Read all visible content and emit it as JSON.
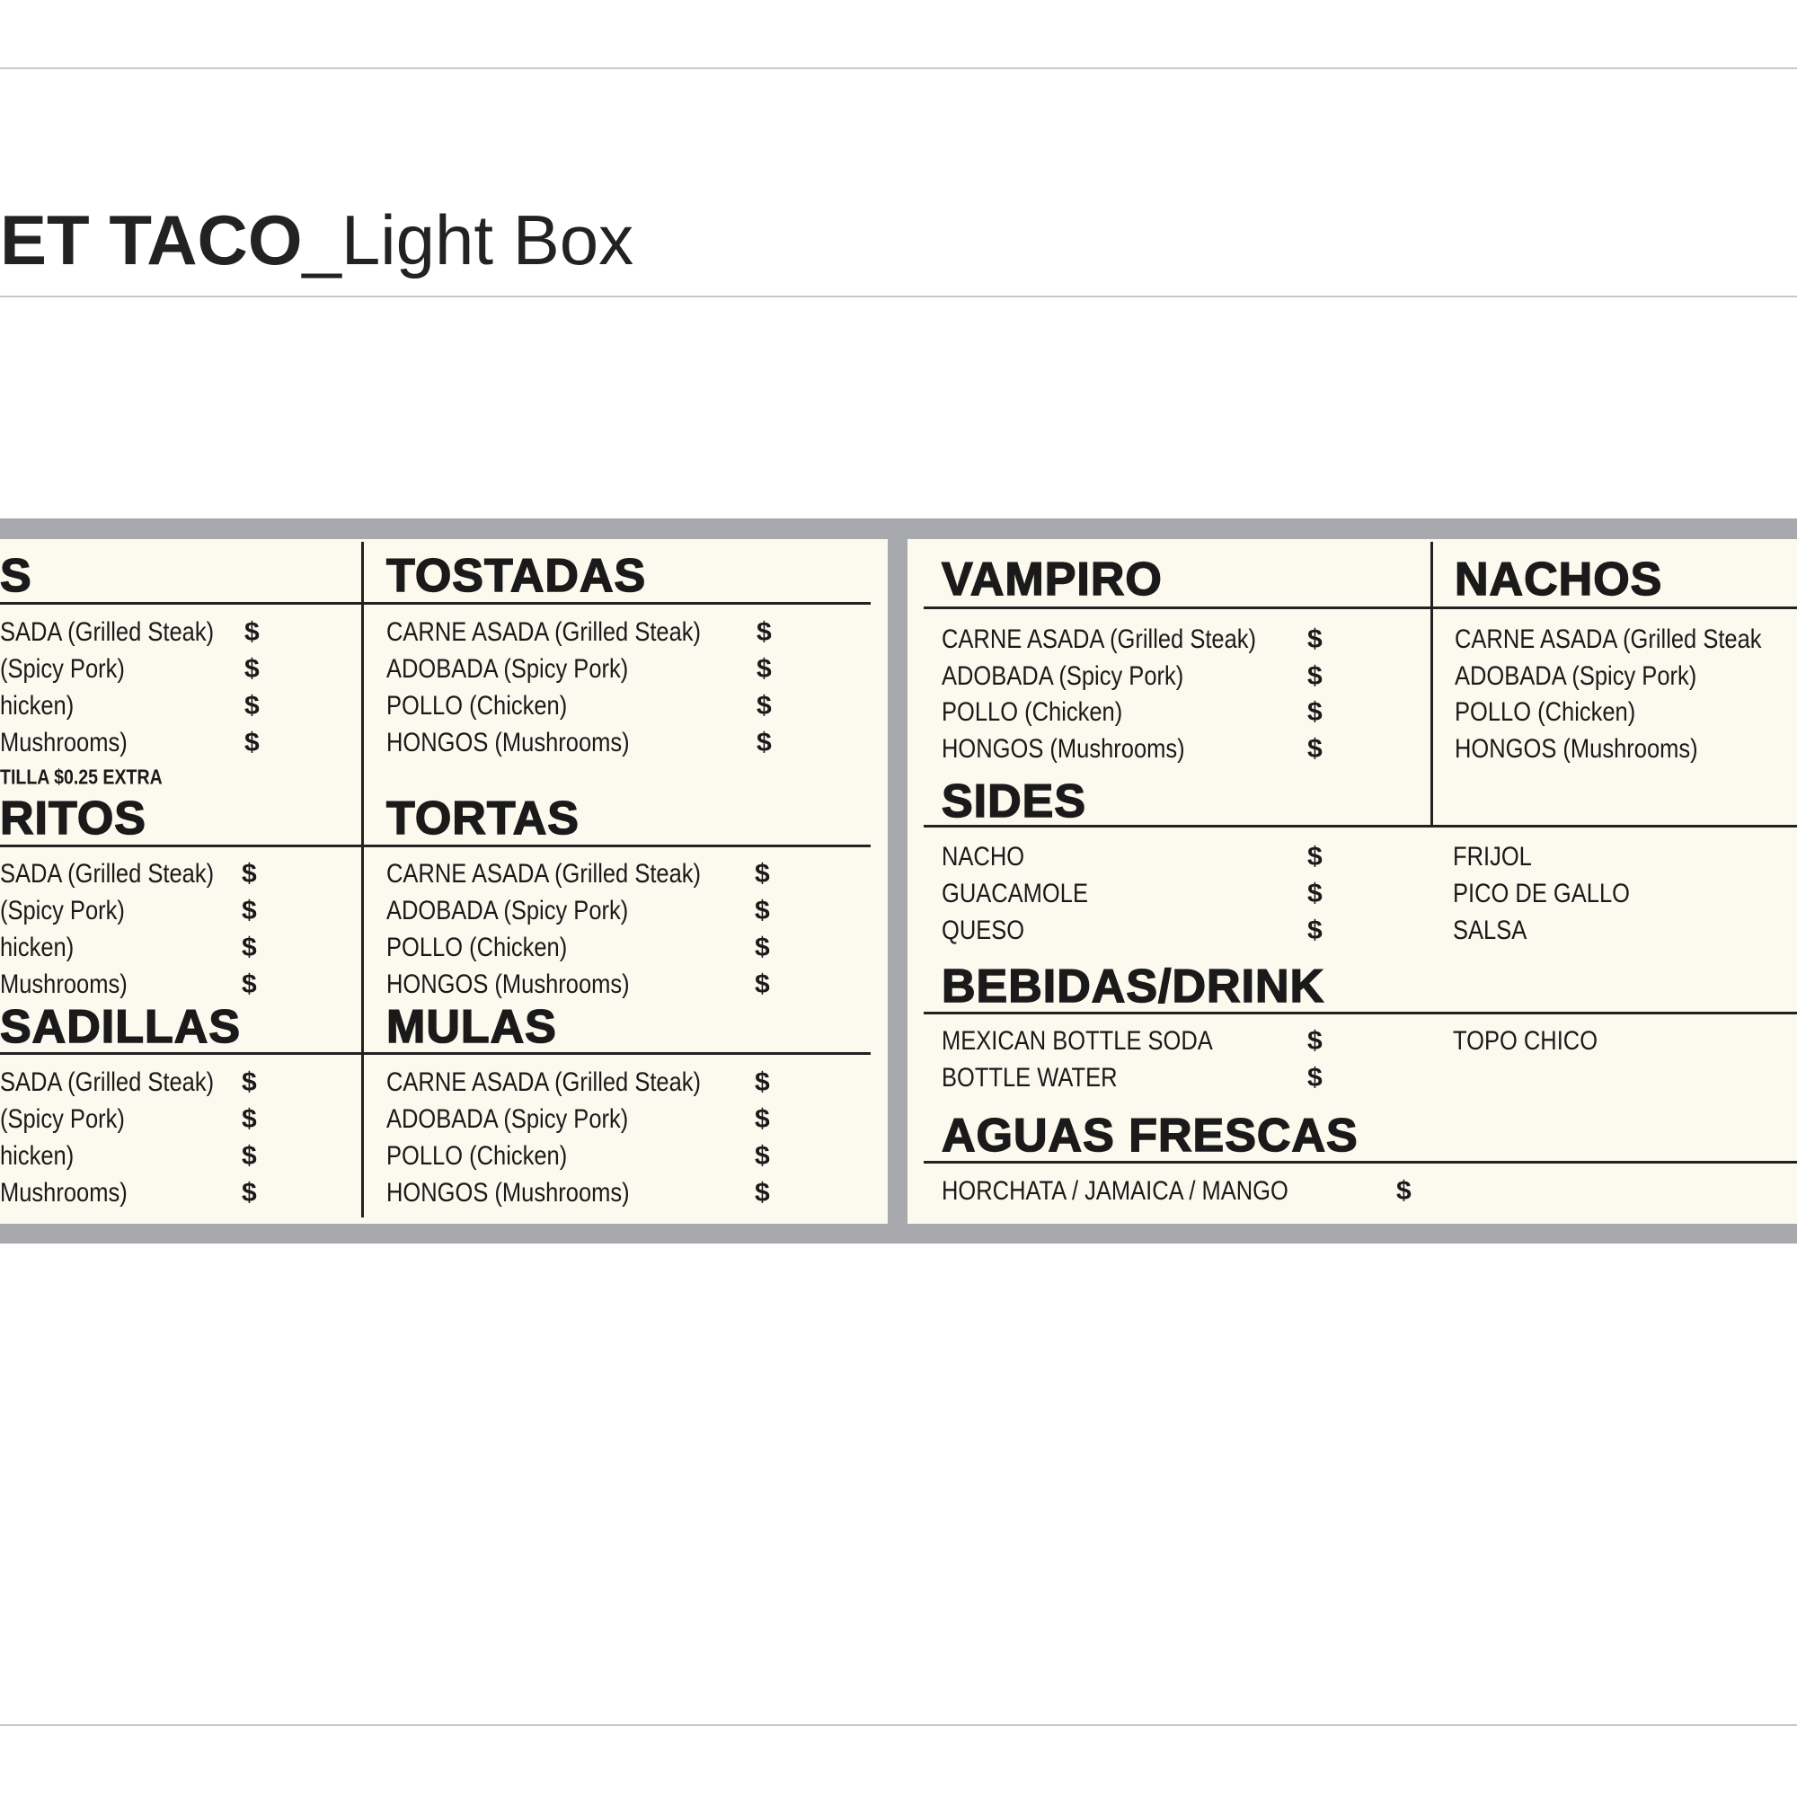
{
  "title": {
    "bold": "ET TACO",
    "light": "_Light Box"
  },
  "colors": {
    "frame": "#a7a9ac",
    "panel": "#fcf9ee",
    "ink": "#1a1a1a"
  },
  "left_panel": {
    "col1": [
      {
        "header": "S",
        "items": [
          {
            "name": "SADA (Grilled Steak)",
            "price": "$"
          },
          {
            "name": "(Spicy Pork)",
            "price": "$"
          },
          {
            "name": "hicken)",
            "price": "$"
          },
          {
            "name": "Mushrooms)",
            "price": "$"
          }
        ],
        "note": "TILLA $0.25 EXTRA"
      },
      {
        "header": "RITOS",
        "items": [
          {
            "name": "SADA (Grilled Steak)",
            "price": "$"
          },
          {
            "name": "(Spicy Pork)",
            "price": "$"
          },
          {
            "name": "hicken)",
            "price": "$"
          },
          {
            "name": "Mushrooms)",
            "price": "$"
          }
        ]
      },
      {
        "header": "SADILLAS",
        "items": [
          {
            "name": "SADA (Grilled Steak)",
            "price": "$"
          },
          {
            "name": "(Spicy Pork)",
            "price": "$"
          },
          {
            "name": "hicken)",
            "price": "$"
          },
          {
            "name": "Mushrooms)",
            "price": "$"
          }
        ]
      }
    ],
    "col2": [
      {
        "header": "TOSTADAS",
        "items": [
          {
            "name": "CARNE ASADA (Grilled Steak)",
            "price": "$"
          },
          {
            "name": "ADOBADA (Spicy Pork)",
            "price": "$"
          },
          {
            "name": "POLLO (Chicken)",
            "price": "$"
          },
          {
            "name": "HONGOS (Mushrooms)",
            "price": "$"
          }
        ]
      },
      {
        "header": "TORTAS",
        "items": [
          {
            "name": "CARNE ASADA (Grilled Steak)",
            "price": "$"
          },
          {
            "name": "ADOBADA (Spicy Pork)",
            "price": "$"
          },
          {
            "name": "POLLO (Chicken)",
            "price": "$"
          },
          {
            "name": "HONGOS (Mushrooms)",
            "price": "$"
          }
        ]
      },
      {
        "header": "MULAS",
        "items": [
          {
            "name": "CARNE ASADA (Grilled Steak)",
            "price": "$"
          },
          {
            "name": "ADOBADA (Spicy Pork)",
            "price": "$"
          },
          {
            "name": "POLLO (Chicken)",
            "price": "$"
          },
          {
            "name": "HONGOS (Mushrooms)",
            "price": "$"
          }
        ]
      }
    ]
  },
  "right_panel": {
    "vampiro": {
      "header": "VAMPIRO",
      "items": [
        {
          "name": "CARNE ASADA (Grilled Steak)",
          "price": "$"
        },
        {
          "name": "ADOBADA (Spicy Pork)",
          "price": "$"
        },
        {
          "name": "POLLO (Chicken)",
          "price": "$"
        },
        {
          "name": "HONGOS (Mushrooms)",
          "price": "$"
        }
      ]
    },
    "nachos": {
      "header": "NACHOS",
      "items": [
        {
          "name": "CARNE ASADA (Grilled Steak"
        },
        {
          "name": "ADOBADA (Spicy Pork)"
        },
        {
          "name": "POLLO (Chicken)"
        },
        {
          "name": "HONGOS (Mushrooms)"
        }
      ]
    },
    "sides": {
      "header": "SIDES",
      "items": [
        {
          "name": "NACHO",
          "price": "$"
        },
        {
          "name": "GUACAMOLE",
          "price": "$"
        },
        {
          "name": "QUESO",
          "price": "$"
        }
      ],
      "items_right": [
        {
          "name": "FRIJOL"
        },
        {
          "name": "PICO DE GALLO"
        },
        {
          "name": "SALSA"
        }
      ]
    },
    "bebidas": {
      "header": "BEBIDAS/DRINK",
      "items": [
        {
          "name": "MEXICAN BOTTLE SODA",
          "price": "$"
        },
        {
          "name": "BOTTLE WATER",
          "price": "$"
        }
      ],
      "items_right": [
        {
          "name": "TOPO CHICO"
        }
      ]
    },
    "aguas": {
      "header": "AGUAS FRESCAS",
      "items": [
        {
          "name": "HORCHATA / JAMAICA / MANGO",
          "price": "$"
        }
      ]
    }
  }
}
